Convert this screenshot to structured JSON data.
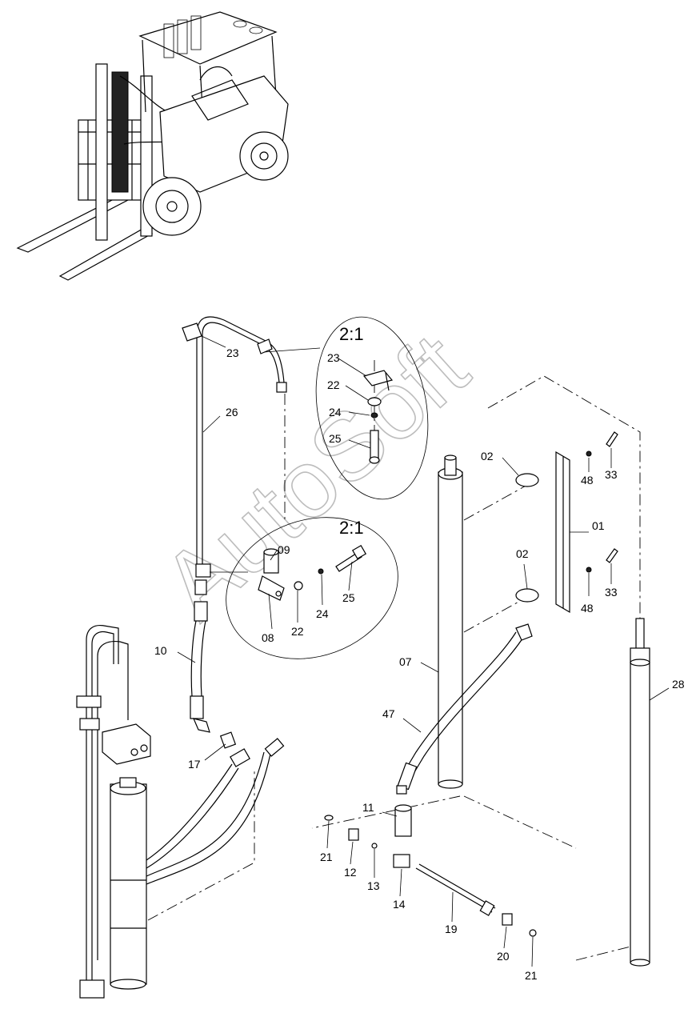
{
  "watermark": "AutoSoft",
  "detail_scale_labels": [
    "2:1",
    "2:1"
  ],
  "part_labels": {
    "p23a": "23",
    "p26": "26",
    "p10": "10",
    "p17": "17",
    "d1_23": "23",
    "d1_22": "22",
    "d1_24": "24",
    "d1_25": "25",
    "d2_09": "09",
    "d2_08": "08",
    "d2_22": "22",
    "d2_24": "24",
    "d2_25": "25",
    "p02a": "02",
    "p02b": "02",
    "p48a": "48",
    "p48b": "48",
    "p33a": "33",
    "p33b": "33",
    "p01": "01",
    "p07": "07",
    "p47": "47",
    "p28": "28",
    "p11": "11",
    "p21a": "21",
    "p12": "12",
    "p13": "13",
    "p14": "14",
    "p19": "19",
    "p20": "20",
    "p21b": "21"
  },
  "icons": [
    "forklift-overview-illustration",
    "hydraulic-hose-icon",
    "lift-cylinder-icon"
  ]
}
